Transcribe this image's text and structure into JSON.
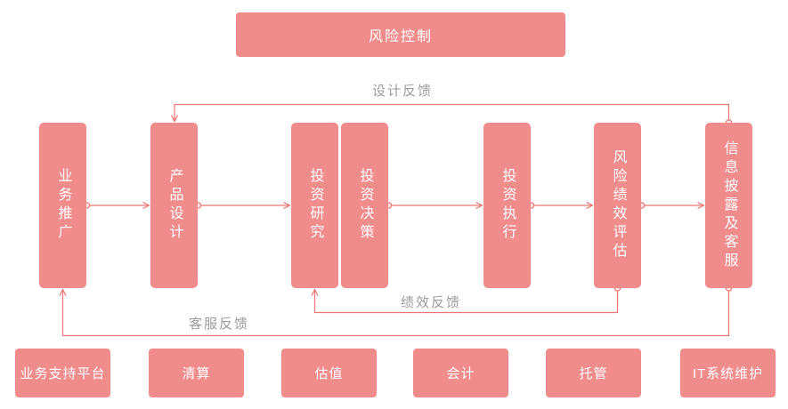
{
  "diagram": {
    "top_box": {
      "label": "风险控制"
    },
    "stages": [
      {
        "label": "业务推广"
      },
      {
        "label": "产品设计"
      },
      {
        "label": "投资研究"
      },
      {
        "label": "投资决策"
      },
      {
        "label": "投资执行"
      },
      {
        "label": "风险绩效评估"
      },
      {
        "label": "信息披露及客服"
      }
    ],
    "support": [
      {
        "label": "业务支持平台"
      },
      {
        "label": "清算"
      },
      {
        "label": "估值"
      },
      {
        "label": "会计"
      },
      {
        "label": "托管"
      },
      {
        "label": "IT系统维护"
      }
    ],
    "feedback_labels": {
      "design": "设计反馈",
      "performance": "绩效反馈",
      "service": "客服反馈"
    },
    "colors": {
      "box_fill": "#F18C8C",
      "box_text": "#FFFFFF",
      "connector": "#EE7374",
      "label_text": "#9B9B9B"
    }
  }
}
